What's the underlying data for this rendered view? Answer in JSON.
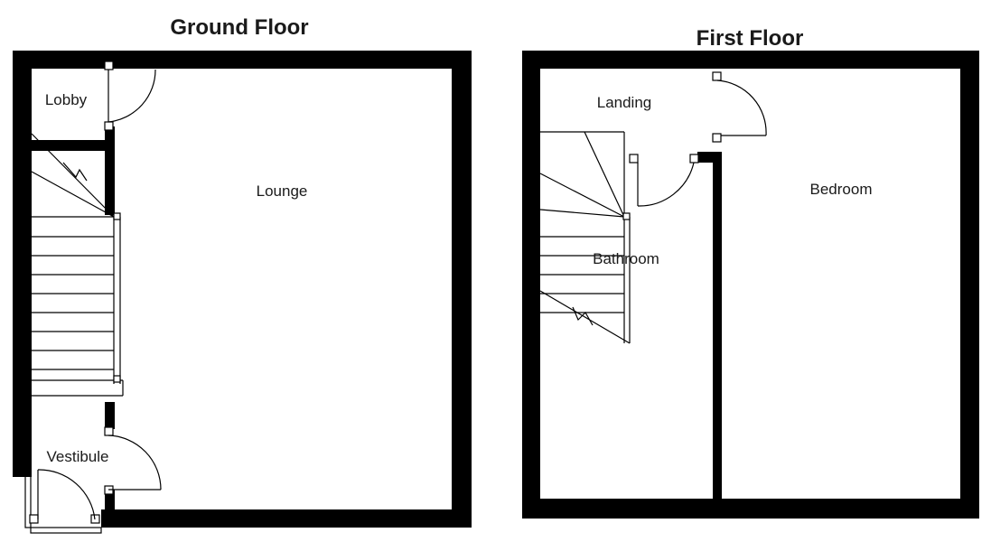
{
  "ground_floor": {
    "title": "Ground Floor",
    "rooms": {
      "lobby": "Lobby",
      "lounge": "Lounge",
      "vestibule": "Vestibule"
    }
  },
  "first_floor": {
    "title": "First Floor",
    "rooms": {
      "landing": "Landing",
      "bedroom": "Bedroom",
      "bathroom": "Bathroom"
    }
  }
}
